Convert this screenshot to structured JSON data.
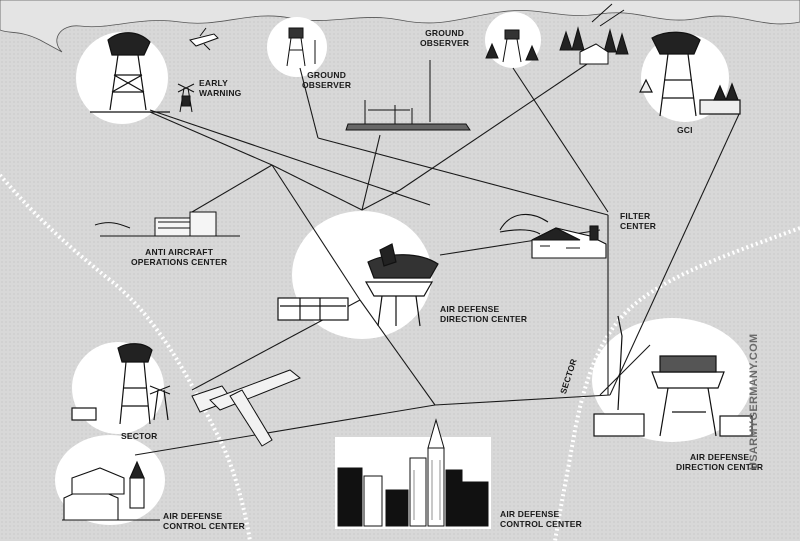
{
  "labels": {
    "early_warning": "EARLY\nWARNING",
    "ground_observer_1": "GROUND\nOBSERVER",
    "ground_observer_2": "GROUND\nOBSERVER",
    "gci": "GCI",
    "anti_aircraft": "ANTI AIRCRAFT\nOPERATIONS CENTER",
    "filter_center": "FILTER\nCENTER",
    "addc_center": "AIR DEFENSE\nDIRECTION CENTER",
    "addc_right": "AIR DEFENSE\nDIRECTION CENTER",
    "sector_left": "SECTOR",
    "sector_diagonal": "SECTOR",
    "adcc_left": "AIR DEFENSE\nCONTROL CENTER",
    "adcc_city": "AIR DEFENSE\nCONTROL CENTER"
  },
  "watermark": "USARMYGERMANY.COM",
  "colors": {
    "background": "#d8d8d8",
    "ink": "#1a1a1a",
    "vignette": "#ffffff",
    "boundary": "#ffffff"
  },
  "icons": [
    "radar-tower-icon",
    "observation-tower-icon",
    "house-icon",
    "radio-antenna-icon",
    "city-skyline-icon",
    "church-icon",
    "airfield-icon",
    "windmill-icon",
    "forest-icon"
  ]
}
